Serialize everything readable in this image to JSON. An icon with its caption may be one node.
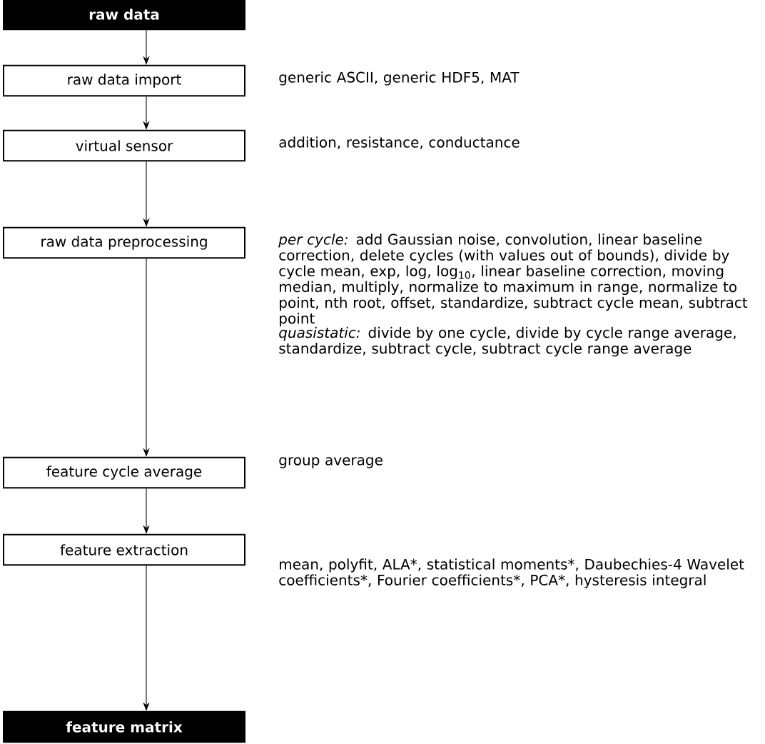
{
  "diagram": {
    "nodes": [
      {
        "text": [
          "raw data"
        ]
      },
      {
        "text": [
          "raw data import"
        ],
        "beside": [
          "generic ASCII, generic HDF5, MAT"
        ]
      },
      {
        "text": [
          "virtual sensor"
        ],
        "beside": [
          "addition, resistance, conductance"
        ]
      },
      {
        "text": [
          "raw data preprocessing"
        ],
        "beside": [
          "*per cycle:* add Gaussian noise, convolution, linear baseline correction, delete cycles (with values out of bounds), divide by cycle mean, exp, log, log$_{10}$, linear baseline correction, moving median, multiply, normalize to maximum in range, normalize to point, nth root, offset, standardize, subtract cycle mean, subtract point",
          "*quasistatic:* divide by one cycle, divide by cycle range average, standardize, subtract cycle, subtract cycle range average"
        ]
      },
      {
        "text": [
          "feature cycle average"
        ],
        "beside": [
          "group average"
        ]
      },
      {
        "text": [
          "feature extraction"
        ],
        "beside": [
          "mean, polyfit, ALA*, statistical moments*, Daubechies-4 Wavelet coefficients*, Fourier coefficients*, PCA*, hysteresis integral"
        ]
      },
      {
        "text": [
          "feature matrix"
        ]
      }
    ],
    "edges": [
      {
        "from": 0,
        "to": 1,
        "arrow": "to"
      },
      {
        "from": 1,
        "to": 2,
        "arrow": "to"
      },
      {
        "from": 2,
        "to": 3,
        "arrow": "to"
      },
      {
        "from": 3,
        "to": 4,
        "arrow": "to"
      },
      {
        "from": 4,
        "to": 5,
        "arrow": "to"
      },
      {
        "from": 5,
        "to": 6,
        "arrow": "to"
      }
    ]
  }
}
